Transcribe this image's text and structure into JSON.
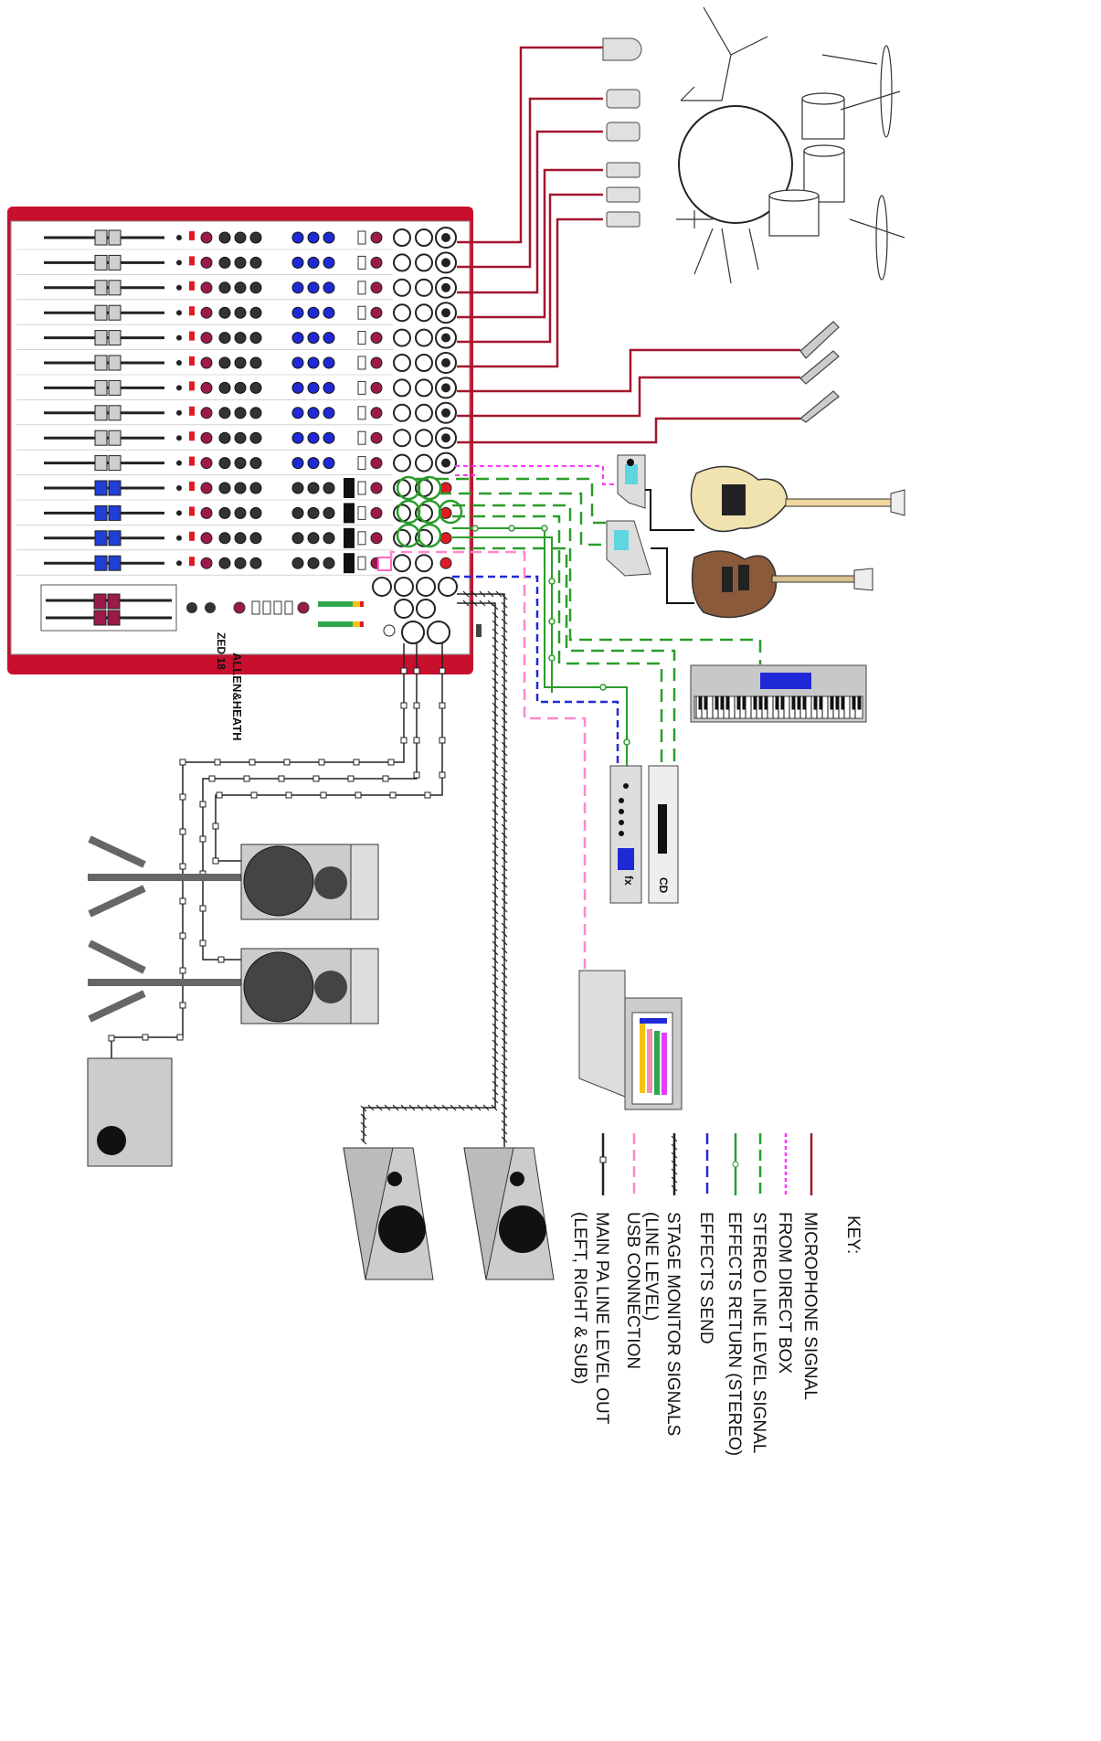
{
  "mixer": {
    "brand": "ALLEN&HEATH",
    "model": "ZED 18",
    "colors": {
      "body": "#c8102e",
      "panel": "#ffffff",
      "mono_fader": "#cfcfcf",
      "stereo_fader": "#1f3fd6",
      "master_fader": "#9c1a4a"
    }
  },
  "key": {
    "title": "KEY:",
    "items": [
      {
        "label": "MICROPHONE SIGNAL",
        "color": "#a3162c",
        "style": "solid"
      },
      {
        "label": "FROM DIRECT BOX",
        "color": "#ff33ff",
        "style": "dotted"
      },
      {
        "label": "STEREO LINE LEVEL SIGNAL",
        "color": "#2a9d2a",
        "style": "dashed"
      },
      {
        "label": "EFFECTS RETURN (STEREO)",
        "color": "#2a9d2a",
        "style": "dots"
      },
      {
        "label": "EFFECTS SEND",
        "color": "#1f2ad6",
        "style": "dashed"
      },
      {
        "label": "STAGE MONITOR SIGNALS",
        "label2": "(LINE LEVEL)",
        "color": "#222222",
        "style": "ticks"
      },
      {
        "label": "USB CONNECTION",
        "color": "#ff88cc",
        "style": "dashed"
      },
      {
        "label": "MAIN PA LINE LEVEL OUT",
        "label2": "(LEFT, RIGHT & SUB)",
        "color": "#222222",
        "style": "squares"
      }
    ]
  },
  "devices": {
    "fx_unit_label": "fx",
    "cd_unit_label": "CD"
  }
}
